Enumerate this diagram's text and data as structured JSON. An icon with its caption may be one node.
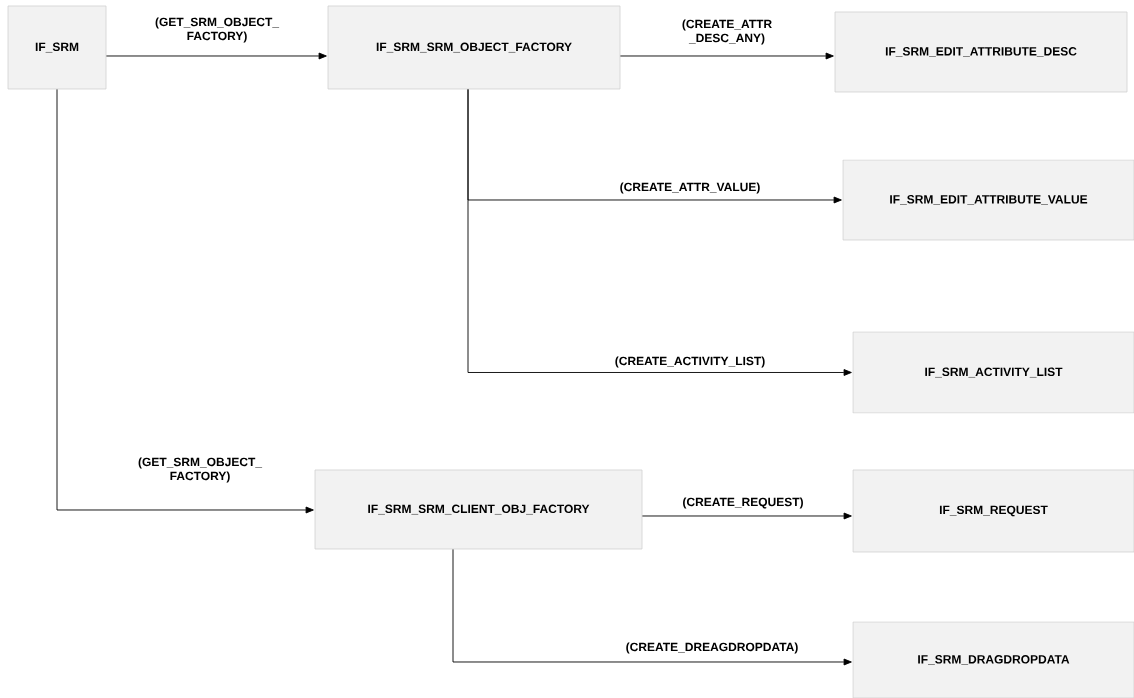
{
  "diagram": {
    "nodes": [
      {
        "text": [
          "IF_SRM"
        ]
      },
      {
        "text": [
          "IF_SRM_SRM_OBJECT_FACTORY"
        ]
      },
      {
        "text": [
          "IF_SRM_EDIT_ATTRIBUTE_DESC"
        ]
      },
      {
        "text": [
          "IF_SRM_EDIT_ATTRIBUTE_VALUE"
        ]
      },
      {
        "text": [
          "IF_SRM_ACTIVITY_LIST"
        ]
      },
      {
        "text": [
          "IF_SRM_SRM_CLIENT_OBJ_FACTORY"
        ]
      },
      {
        "text": [
          "IF_SRM_REQUEST"
        ]
      },
      {
        "text": [
          "IF_SRM_DRAGDROPDATA"
        ]
      }
    ],
    "edges": [
      {
        "from": 0,
        "to": 1,
        "arrow": "to",
        "label": "(GET_SRM_OBJECT_ FACTORY)"
      },
      {
        "from": 1,
        "to": 2,
        "arrow": "to",
        "label": "(CREATE_ATTR _DESC_ANY)"
      },
      {
        "from": 1,
        "to": 3,
        "arrow": "to",
        "label": "(CREATE_ATTR_VALUE)"
      },
      {
        "from": 1,
        "to": 4,
        "arrow": "to",
        "label": "(CREATE_ACTIVITY_LIST)"
      },
      {
        "from": 0,
        "to": 5,
        "arrow": "to",
        "label": "(GET_SRM_OBJECT_ FACTORY)"
      },
      {
        "from": 5,
        "to": 6,
        "arrow": "to",
        "label": "(CREATE_REQUEST)"
      },
      {
        "from": 5,
        "to": 7,
        "arrow": "to",
        "label": "(CREATE_DREAGDROPDATA)"
      }
    ]
  }
}
